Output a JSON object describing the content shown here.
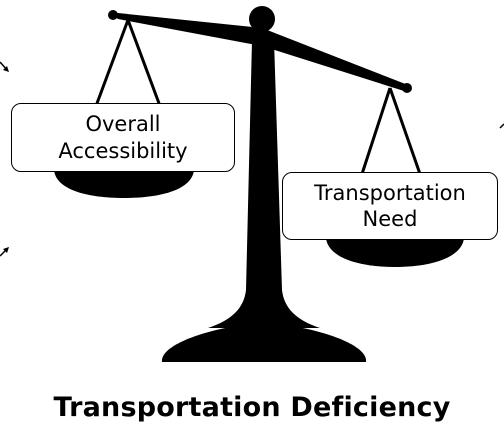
{
  "diagram": {
    "left_pan": {
      "line1": "Overall",
      "line2": "Accessibility"
    },
    "right_pan": {
      "line1": "Transportation",
      "line2": "Need"
    },
    "caption": "Transportation Deficiency"
  },
  "colors": {
    "ink": "#000000",
    "background": "#ffffff"
  }
}
